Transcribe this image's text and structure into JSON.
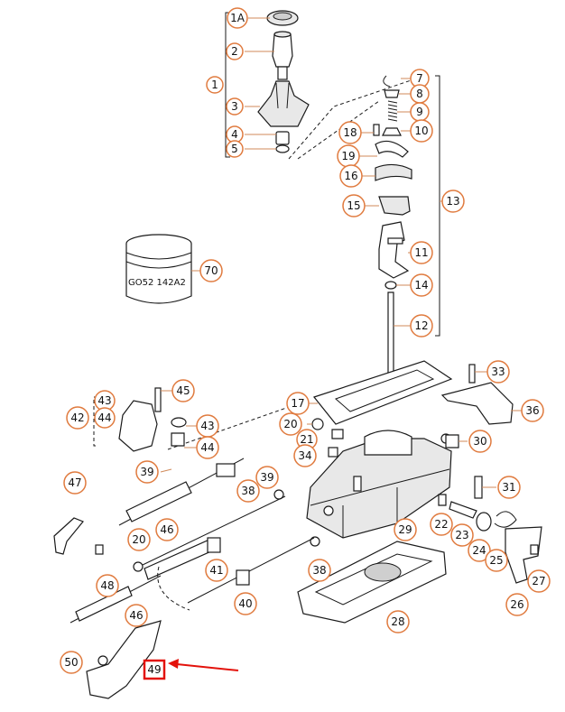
{
  "callouts": [
    {
      "id": "c1A",
      "label": "1A"
    },
    {
      "id": "c1",
      "label": "1"
    },
    {
      "id": "c2",
      "label": "2"
    },
    {
      "id": "c3",
      "label": "3"
    },
    {
      "id": "c4",
      "label": "4"
    },
    {
      "id": "c5",
      "label": "5"
    },
    {
      "id": "c7",
      "label": "7"
    },
    {
      "id": "c8",
      "label": "8"
    },
    {
      "id": "c9",
      "label": "9"
    },
    {
      "id": "c10",
      "label": "10"
    },
    {
      "id": "c18",
      "label": "18"
    },
    {
      "id": "c19",
      "label": "19"
    },
    {
      "id": "c16",
      "label": "16"
    },
    {
      "id": "c13",
      "label": "13"
    },
    {
      "id": "c15",
      "label": "15"
    },
    {
      "id": "c11",
      "label": "11"
    },
    {
      "id": "c14",
      "label": "14"
    },
    {
      "id": "c12",
      "label": "12"
    },
    {
      "id": "c70",
      "label": "70"
    },
    {
      "id": "c33",
      "label": "33"
    },
    {
      "id": "c17",
      "label": "17"
    },
    {
      "id": "c36",
      "label": "36"
    },
    {
      "id": "c45",
      "label": "45"
    },
    {
      "id": "c43a",
      "label": "43"
    },
    {
      "id": "c42",
      "label": "42"
    },
    {
      "id": "c44a",
      "label": "44"
    },
    {
      "id": "c43b",
      "label": "43"
    },
    {
      "id": "c44b",
      "label": "44"
    },
    {
      "id": "c20a",
      "label": "20"
    },
    {
      "id": "c21",
      "label": "21"
    },
    {
      "id": "c30",
      "label": "30"
    },
    {
      "id": "c34",
      "label": "34"
    },
    {
      "id": "c39a",
      "label": "39"
    },
    {
      "id": "c39b",
      "label": "39"
    },
    {
      "id": "c47",
      "label": "47"
    },
    {
      "id": "c38a",
      "label": "38"
    },
    {
      "id": "c31",
      "label": "31"
    },
    {
      "id": "c46a",
      "label": "46"
    },
    {
      "id": "c29",
      "label": "29"
    },
    {
      "id": "c22",
      "label": "22"
    },
    {
      "id": "c23",
      "label": "23"
    },
    {
      "id": "c24",
      "label": "24"
    },
    {
      "id": "c25",
      "label": "25"
    },
    {
      "id": "c20b",
      "label": "20"
    },
    {
      "id": "c41",
      "label": "41"
    },
    {
      "id": "c38b",
      "label": "38"
    },
    {
      "id": "c27",
      "label": "27"
    },
    {
      "id": "c48",
      "label": "48"
    },
    {
      "id": "c40",
      "label": "40"
    },
    {
      "id": "c26",
      "label": "26"
    },
    {
      "id": "c46b",
      "label": "46"
    },
    {
      "id": "c28",
      "label": "28"
    },
    {
      "id": "c50",
      "label": "50"
    }
  ],
  "highlight": {
    "label": "49",
    "arrow_color": "#e3120b"
  },
  "part_code": "GO52 142A2",
  "colors": {
    "callout_ring": "#e07b3f",
    "highlight": "#e3120b",
    "line": "#1a1a1a"
  }
}
